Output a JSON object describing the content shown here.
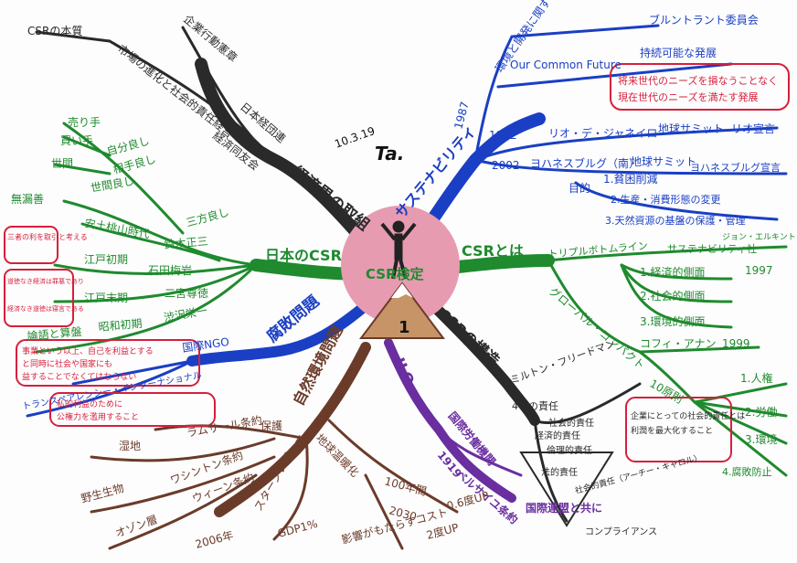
{
  "center": {
    "title": "CSR検定",
    "badge": "1",
    "date": "10.3.19",
    "signature": "Ta."
  },
  "branches": {
    "economy": {
      "label": "経済界の取組",
      "items": [
        "CSRの本質",
        "市場の進化と社会的責任経営",
        "企業行動憲章",
        "日本経団連",
        "経済同友会"
      ]
    },
    "sustainability": {
      "label": "サステナビリティ",
      "items": [
        "環境と開発に関する世界委員会",
        "ブルントラント委員会",
        "1987",
        "Our Common Future",
        "持続可能な発展",
        "将来世代のニーズを損なうことなく",
        "現在世代のニーズを満たす発展",
        "1992",
        "リオ・デ・ジャネイロ",
        "地球サミット",
        "リオ宣言",
        "2002",
        "ヨハネスブルグ（南）",
        "地球サミット",
        "ヨハネスブルグ宣言",
        "目的",
        "1.貧困削減",
        "2.生産・消費形態の変更",
        "3.天然資源の基盤の保護・管理"
      ]
    },
    "japan": {
      "label": "日本のCSR",
      "items": [
        "売り手",
        "買い手",
        "世間",
        "自分良し",
        "相手良し",
        "世間良し",
        "三方良し",
        "無漏善",
        "安土桃山時代",
        "鈴木正三",
        "江戸初期",
        "石田梅岩",
        "江戸末期",
        "二宮尊徳",
        "論語と算盤",
        "昭和初期",
        "渋沢栄一",
        "三者の利を取引と考える",
        "道徳なき経済は罪悪であり",
        "経済なき道徳は寝言である"
      ]
    },
    "csr_def": {
      "label": "CSRとは",
      "items": [
        "トリプルボトムライン",
        "サステナビリティ社",
        "ジョン・エルキントン",
        "1997",
        "1.経済的側面",
        "2.社会的側面",
        "3.環境的側面",
        "グローバル・コンパクト",
        "コフィ・アナン",
        "1999",
        "10原則",
        "1.人権",
        "2.労働",
        "3.環境",
        "4.腐敗防止"
      ]
    },
    "corruption": {
      "label": "腐敗問題",
      "items": [
        "国際NGO",
        "トランスペアレンシー・インターナショナル",
        "事業という以上、自己を利益とする",
        "と同時に社会や国家にも",
        "益することでなくてはならない",
        "私的利益のために",
        "公権力を濫用すること"
      ]
    },
    "structure": {
      "label": "CSRの構造",
      "items": [
        "ミルトン・フリードマン",
        "4つの責任",
        "経済的責任",
        "法的責任",
        "倫理的責任",
        "社会的責任",
        "企業にとっての社会的責任とは",
        "利潤を最大化すること",
        "社会的責任（アーチー・キャロル）",
        "コンプライアンス"
      ]
    },
    "ilo": {
      "label": "ILO",
      "items": [
        "国際労働機関",
        "1919",
        "ベルサイユ条約",
        "国際連盟と共に"
      ]
    },
    "environment": {
      "label": "自然環境問題",
      "items": [
        "保護",
        "ラムサール条約",
        "湿地",
        "ワシントン条約",
        "野生生物",
        "ウィーン条約",
        "オゾン層",
        "2006年",
        "スターンレビュー",
        "地球温暖化",
        "GDP1%",
        "影響がもたらすコスト",
        "100年間",
        "0.6度UP",
        "2030",
        "2度UP"
      ]
    }
  },
  "colors": {
    "economy": "#2a2a2a",
    "sustainability": "#1a3fc4",
    "japan": "#1f8a2e",
    "csr_def": "#1f8a2e",
    "corruption": "#1a3fc4",
    "structure": "#2a2a2a",
    "ilo": "#6a2ea0",
    "environment": "#6b3b2a",
    "accent": "#d61f3c",
    "center": "#e79bb0"
  }
}
